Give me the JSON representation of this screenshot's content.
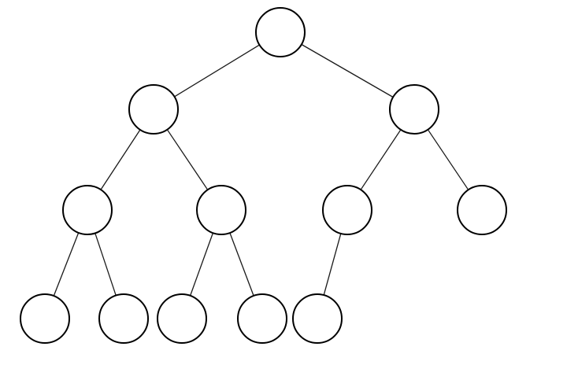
{
  "diagram": {
    "type": "tree",
    "line_color": "#000000",
    "background": "#ffffff",
    "nodes": [
      {
        "id": "n0",
        "parent": null,
        "label": ""
      },
      {
        "id": "n1",
        "parent": "n0",
        "label": ""
      },
      {
        "id": "n2",
        "parent": "n0",
        "label": ""
      },
      {
        "id": "n3",
        "parent": "n1",
        "label": ""
      },
      {
        "id": "n4",
        "parent": "n1",
        "label": ""
      },
      {
        "id": "n5",
        "parent": "n2",
        "label": ""
      },
      {
        "id": "n6",
        "parent": "n2",
        "label": ""
      },
      {
        "id": "n7",
        "parent": "n3",
        "label": ""
      },
      {
        "id": "n8",
        "parent": "n3",
        "label": ""
      },
      {
        "id": "n9",
        "parent": "n4",
        "label": ""
      },
      {
        "id": "n10",
        "parent": "n4",
        "label": ""
      },
      {
        "id": "n11",
        "parent": "n5",
        "label": ""
      }
    ]
  }
}
